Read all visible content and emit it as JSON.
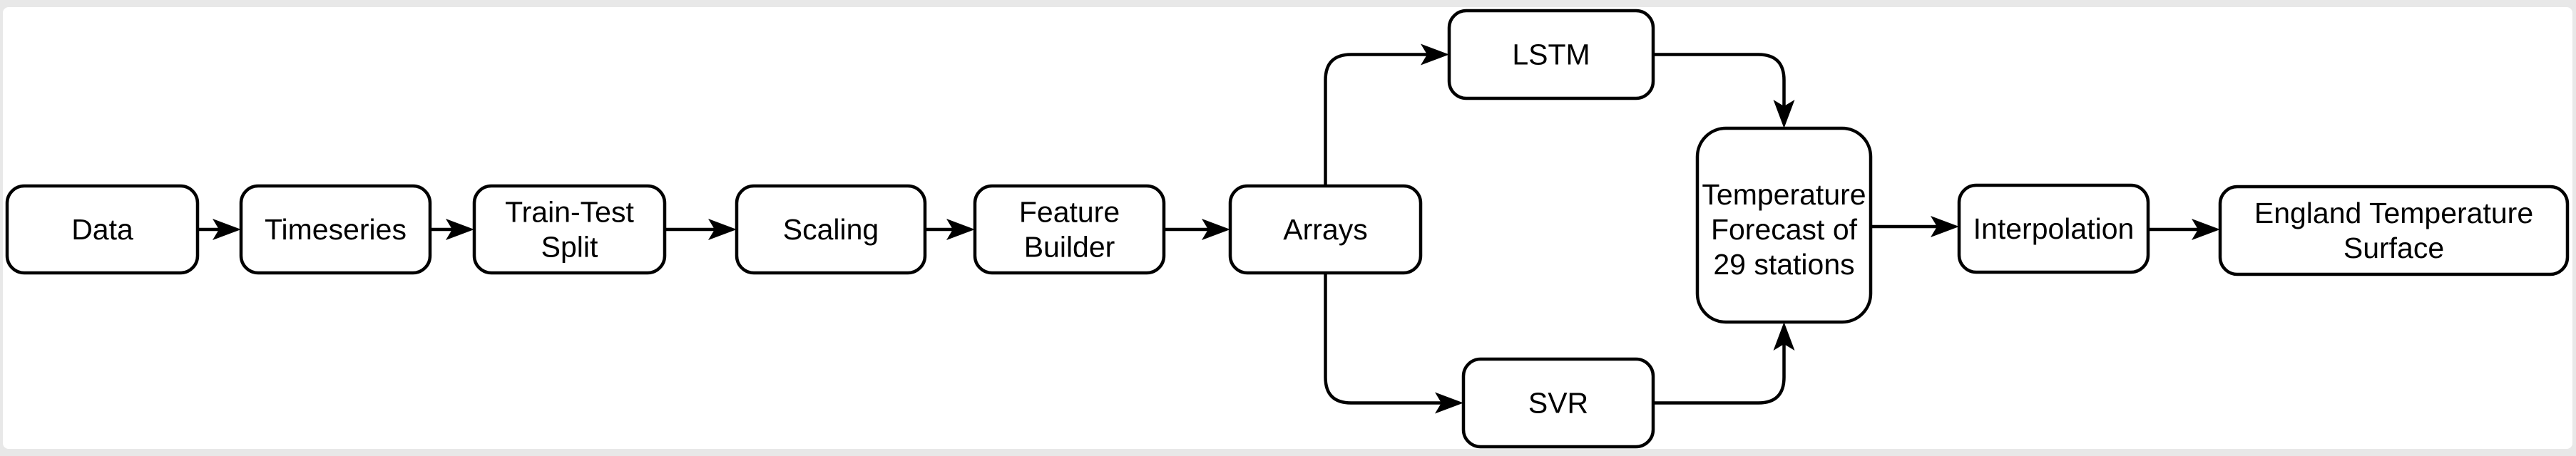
{
  "diagram": {
    "type": "flowchart",
    "colors": {
      "background": "#e8e8e8",
      "canvas": "#ffffff",
      "stroke": "#000000",
      "text": "#000000"
    },
    "nodes": {
      "data": {
        "label": "Data",
        "lines": [
          "Data"
        ]
      },
      "timeseries": {
        "label": "Timeseries",
        "lines": [
          "Timeseries"
        ]
      },
      "train_test_split": {
        "label": "Train-Test Split",
        "lines": [
          "Train-Test",
          "Split"
        ]
      },
      "scaling": {
        "label": "Scaling",
        "lines": [
          "Scaling"
        ]
      },
      "feature_builder": {
        "label": "Feature Builder",
        "lines": [
          "Feature",
          "Builder"
        ]
      },
      "arrays": {
        "label": "Arrays",
        "lines": [
          "Arrays"
        ]
      },
      "lstm": {
        "label": "LSTM",
        "lines": [
          "LSTM"
        ]
      },
      "svr": {
        "label": "SVR",
        "lines": [
          "SVR"
        ]
      },
      "temperature_forecast": {
        "label": "Temperature Forecast of 29 stations",
        "lines": [
          "Temperature",
          "Forecast of",
          "29 stations"
        ]
      },
      "interpolation": {
        "label": "Interpolation",
        "lines": [
          "Interpolation"
        ]
      },
      "england_surface": {
        "label": "England Temperature Surface",
        "lines": [
          "England Temperature",
          "Surface"
        ]
      }
    },
    "edges": [
      {
        "from": "data",
        "to": "timeseries"
      },
      {
        "from": "timeseries",
        "to": "train_test_split"
      },
      {
        "from": "train_test_split",
        "to": "scaling"
      },
      {
        "from": "scaling",
        "to": "feature_builder"
      },
      {
        "from": "feature_builder",
        "to": "arrays"
      },
      {
        "from": "arrays",
        "to": "lstm"
      },
      {
        "from": "arrays",
        "to": "svr"
      },
      {
        "from": "lstm",
        "to": "temperature_forecast"
      },
      {
        "from": "svr",
        "to": "temperature_forecast"
      },
      {
        "from": "temperature_forecast",
        "to": "interpolation"
      },
      {
        "from": "interpolation",
        "to": "england_surface"
      }
    ]
  }
}
